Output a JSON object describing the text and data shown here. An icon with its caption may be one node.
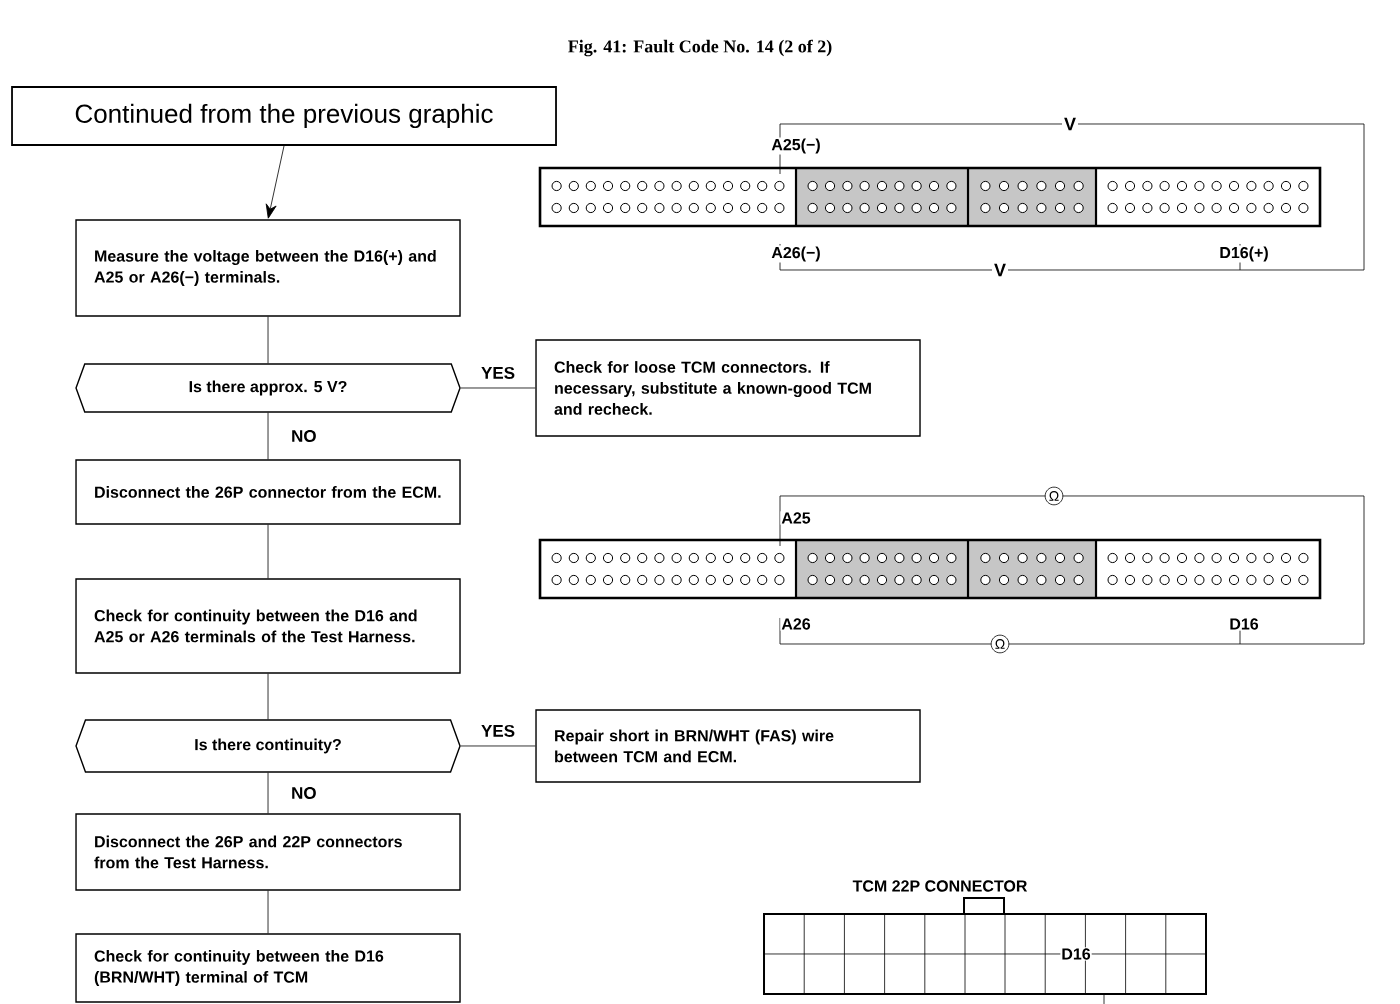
{
  "diagram": {
    "title": "Fig. 41: Fault Code No. 14 (2 of 2)",
    "nodes": [
      {
        "text": [
          "Continued from the previous graphic"
        ]
      },
      {
        "text": [
          "Measure the voltage between the D16(+) and A25 or A26(−) terminals."
        ]
      },
      {
        "text": [
          "Is there approx. 5 V?"
        ]
      },
      {
        "text": [
          "Check for loose TCM connectors. If necessary, substitute a known-good TCM and recheck."
        ]
      },
      {
        "text": [
          "Disconnect the 26P connector from the ECM."
        ]
      },
      {
        "text": [
          "Check for continuity between the D16 and A25 or A26 terminals of the Test Harness."
        ]
      },
      {
        "text": [
          "Is there continuity?"
        ]
      },
      {
        "text": [
          "Repair short in BRN/WHT (FAS) wire between TCM and ECM."
        ]
      },
      {
        "text": [
          "Disconnect the 26P and 22P connectors from the Test Harness."
        ]
      },
      {
        "text": [
          "Check for continuity between the D16 (BRN/WHT) terminal of TCM"
        ]
      }
    ],
    "edges": [
      {
        "from": 0,
        "to": 1,
        "arrow": "to"
      },
      {
        "from": 1,
        "to": 2,
        "arrow": "none"
      },
      {
        "from": 2,
        "to": 3,
        "arrow": "none",
        "label": "YES"
      },
      {
        "from": 2,
        "to": 4,
        "arrow": "none",
        "label": "NO"
      },
      {
        "from": 4,
        "to": 5,
        "arrow": "none"
      },
      {
        "from": 5,
        "to": 6,
        "arrow": "none"
      },
      {
        "from": 6,
        "to": 7,
        "arrow": "none",
        "label": "YES"
      },
      {
        "from": 6,
        "to": 8,
        "arrow": "none",
        "label": "NO"
      },
      {
        "from": 8,
        "to": 9,
        "arrow": "none"
      }
    ],
    "labels": [
      "V",
      "A25(−)",
      "A26(−)",
      "D16(+)",
      "V",
      "Ω",
      "A25",
      "A26",
      "D16",
      "Ω",
      "TCM 22P CONNECTOR",
      "D16"
    ]
  }
}
